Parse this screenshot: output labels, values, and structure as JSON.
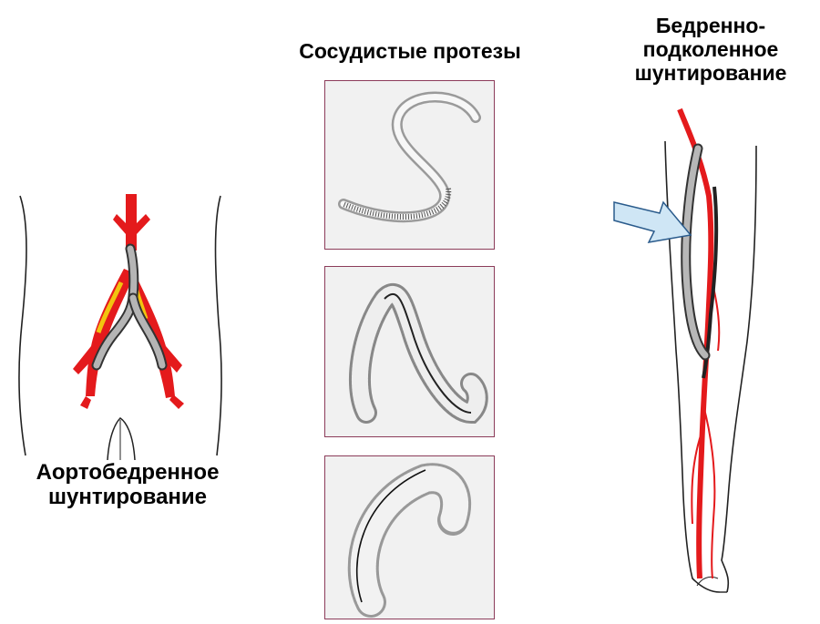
{
  "labels": {
    "center_title": "Сосудистые протезы",
    "right_title": "Бедренно-\nподколенное\nшунтирование",
    "left_title": "Аортобедренное\nшунтирование"
  },
  "colors": {
    "artery": "#e41a1c",
    "graft": "#a8a8a8",
    "graft_outline": "#333333",
    "native_vessel_yellow": "#f2c40f",
    "panel_border": "#8c3c5a",
    "arrow_fill": "#cfe6f5"
  },
  "icons": {
    "left_figure": "abdomen-aortofemoral-bypass-illustration",
    "right_figure": "leg-femoropopliteal-bypass-illustration",
    "panel_1": "s-shaped-vascular-prosthesis",
    "panel_2": "loop-vascular-prosthesis",
    "panel_3": "curved-vascular-prosthesis",
    "arrow": "pointing-arrow-icon"
  }
}
